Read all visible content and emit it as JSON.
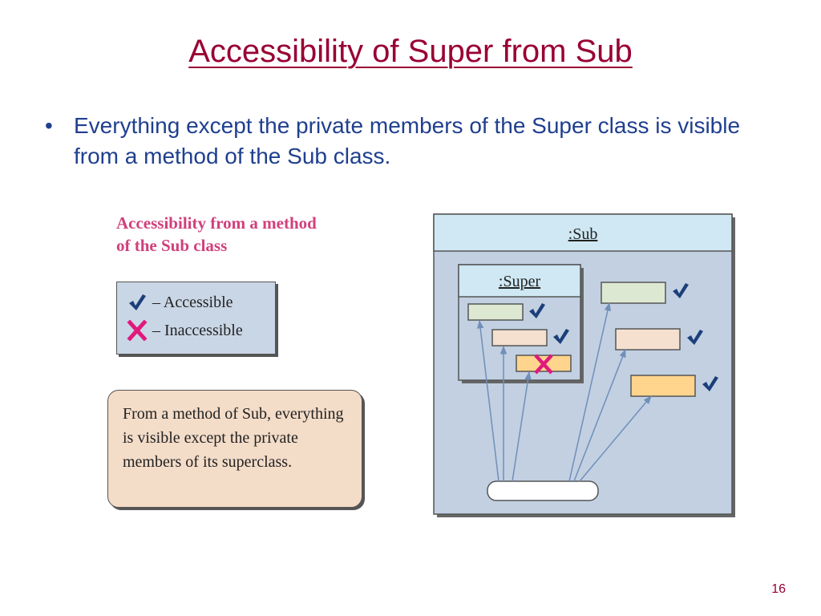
{
  "slide": {
    "title": "Accessibility of Super from Sub",
    "bullet_text": "Everything except the private members of the Super class is visible from a method of the Sub class.",
    "bullet_symbol": "•",
    "page_number": "16"
  },
  "figure": {
    "caption_line1": "Accessibility from a method",
    "caption_line2": "of the Sub class",
    "legend": {
      "accessible_label": "– Accessible",
      "inaccessible_label": "– Inaccessible"
    },
    "note_text": "From a method of Sub, everything is visible except the private members of its superclass.",
    "sub_object_label": ":Sub",
    "super_object_label": ":Super",
    "colors": {
      "title": "#990033",
      "bullet_text": "#1f3f8f",
      "caption": "#d1407c",
      "check": "#1b3f7a",
      "cross": "#e0197d",
      "sub_bg": "#c2d0e2",
      "header_bg": "#cfe8f3",
      "green_member": "#dde8d2",
      "peach_member": "#f5e0cf",
      "orange_member": "#ffd48c",
      "note_bg": "#f3dcc8"
    }
  }
}
